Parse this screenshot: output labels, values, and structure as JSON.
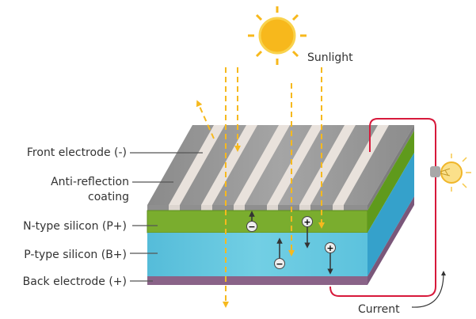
{
  "labels": {
    "sunlight": "Sunlight",
    "front_electrode": "Front electrode (-)",
    "anti_reflection_1": "Anti-reflection",
    "anti_reflection_2": "coating",
    "n_type": "N-type silicon (P+)",
    "p_type": "P-type silicon (B+)",
    "back_electrode": "Back electrode (+)",
    "current": "Current"
  },
  "charges": {
    "minus": "−",
    "plus": "+"
  },
  "colors": {
    "top": "#9a9a9a",
    "stripe": "#e9e2dc",
    "n_layer": "#7aad2e",
    "p_layer": "#62c3dd",
    "back": "#8a6388",
    "sun": "#f7b81c",
    "ray": "#f6b91e",
    "circuit": "#d7193b"
  }
}
